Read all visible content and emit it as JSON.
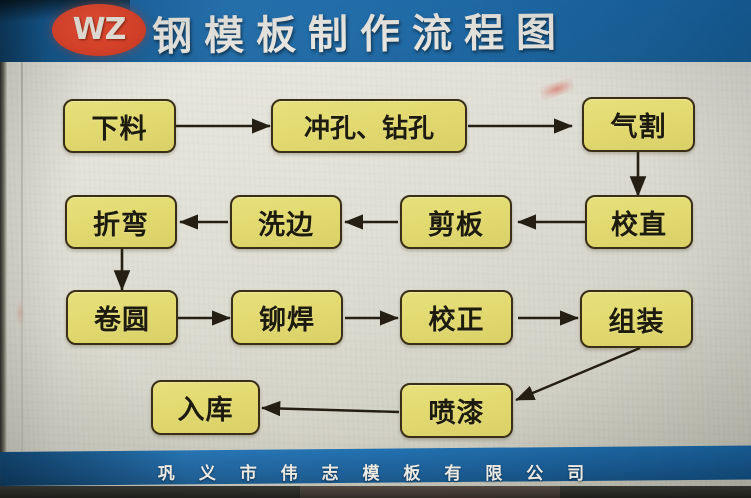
{
  "header": {
    "logo_text": "WZ",
    "title": "钢模板制作流程图"
  },
  "footer": {
    "company": "巩 义 市  伟 志 模 板 有 限 公 司"
  },
  "colors": {
    "header_blue": "#1a6fb5",
    "logo_red": "#e2452c",
    "node_fill": "#e2da70",
    "node_border": "#3a2e16",
    "board_bg": "#e3e2d8",
    "arrow": "#241f12"
  },
  "flowchart": {
    "title": "钢模板制作流程图",
    "nodes": [
      {
        "id": "n1",
        "label": "下料",
        "row": 1,
        "col": 1
      },
      {
        "id": "n2",
        "label": "冲孔、钻孔",
        "row": 1,
        "col": 2
      },
      {
        "id": "n3",
        "label": "气割",
        "row": 1,
        "col": 4
      },
      {
        "id": "n4",
        "label": "校直",
        "row": 2,
        "col": 4
      },
      {
        "id": "n5",
        "label": "剪板",
        "row": 2,
        "col": 3
      },
      {
        "id": "n6",
        "label": "洗边",
        "row": 2,
        "col": 2
      },
      {
        "id": "n7",
        "label": "折弯",
        "row": 2,
        "col": 1
      },
      {
        "id": "n8",
        "label": "卷圆",
        "row": 3,
        "col": 1
      },
      {
        "id": "n9",
        "label": "铆焊",
        "row": 3,
        "col": 2
      },
      {
        "id": "n10",
        "label": "校正",
        "row": 3,
        "col": 3
      },
      {
        "id": "n11",
        "label": "组装",
        "row": 3,
        "col": 4
      },
      {
        "id": "n12",
        "label": "喷漆",
        "row": 4,
        "col": 3
      },
      {
        "id": "n13",
        "label": "入库",
        "row": 4,
        "col": 2
      }
    ],
    "edges": [
      {
        "from": "下料",
        "to": "冲孔、钻孔",
        "direction": "right"
      },
      {
        "from": "冲孔、钻孔",
        "to": "气割",
        "direction": "right"
      },
      {
        "from": "气割",
        "to": "校直",
        "direction": "down"
      },
      {
        "from": "校直",
        "to": "剪板",
        "direction": "left"
      },
      {
        "from": "剪板",
        "to": "洗边",
        "direction": "left"
      },
      {
        "from": "洗边",
        "to": "折弯",
        "direction": "left"
      },
      {
        "from": "折弯",
        "to": "卷圆",
        "direction": "down"
      },
      {
        "from": "卷圆",
        "to": "铆焊",
        "direction": "right"
      },
      {
        "from": "铆焊",
        "to": "校正",
        "direction": "right"
      },
      {
        "from": "校正",
        "to": "组装",
        "direction": "right"
      },
      {
        "from": "组装",
        "to": "喷漆",
        "direction": "diagonal-down-left"
      },
      {
        "from": "喷漆",
        "to": "入库",
        "direction": "left"
      }
    ]
  }
}
